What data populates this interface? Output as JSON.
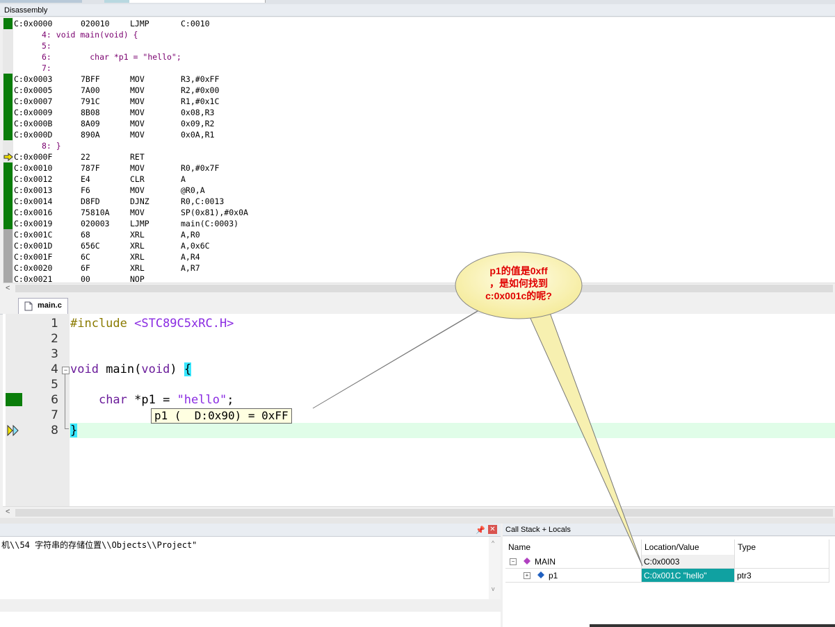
{
  "disassembly": {
    "title": "Disassembly",
    "lines": [
      {
        "marker": "green",
        "addr": "C:0x0000",
        "hex": "020010",
        "mn": "LJMP",
        "op": "C:0010"
      },
      {
        "marker": "gray",
        "src": "4: void main(void) {"
      },
      {
        "marker": "gray",
        "src": "5:"
      },
      {
        "marker": "gray",
        "src": "6:        char *p1 = \"hello\";"
      },
      {
        "marker": "gray",
        "src": "7:"
      },
      {
        "marker": "green",
        "addr": "C:0x0003",
        "hex": "7BFF",
        "mn": "MOV",
        "op": "R3,#0xFF"
      },
      {
        "marker": "green",
        "addr": "C:0x0005",
        "hex": "7A00",
        "mn": "MOV",
        "op": "R2,#0x00"
      },
      {
        "marker": "green",
        "addr": "C:0x0007",
        "hex": "791C",
        "mn": "MOV",
        "op": "R1,#0x1C"
      },
      {
        "marker": "green",
        "addr": "C:0x0009",
        "hex": "8B08",
        "mn": "MOV",
        "op": "0x08,R3"
      },
      {
        "marker": "green",
        "addr": "C:0x000B",
        "hex": "8A09",
        "mn": "MOV",
        "op": "0x09,R2"
      },
      {
        "marker": "green",
        "addr": "C:0x000D",
        "hex": "890A",
        "mn": "MOV",
        "op": "0x0A,R1"
      },
      {
        "marker": "gray",
        "src": "8: }"
      },
      {
        "marker": "current",
        "addr": "C:0x000F",
        "hex": "22",
        "mn": "RET",
        "op": ""
      },
      {
        "marker": "green",
        "addr": "C:0x0010",
        "hex": "787F",
        "mn": "MOV",
        "op": "R0,#0x7F"
      },
      {
        "marker": "green",
        "addr": "C:0x0012",
        "hex": "E4",
        "mn": "CLR",
        "op": "A"
      },
      {
        "marker": "green",
        "addr": "C:0x0013",
        "hex": "F6",
        "mn": "MOV",
        "op": "@R0,A"
      },
      {
        "marker": "green",
        "addr": "C:0x0014",
        "hex": "D8FD",
        "mn": "DJNZ",
        "op": "R0,C:0013"
      },
      {
        "marker": "green",
        "addr": "C:0x0016",
        "hex": "75810A",
        "mn": "MOV",
        "op": "SP(0x81),#0x0A"
      },
      {
        "marker": "green",
        "addr": "C:0x0019",
        "hex": "020003",
        "mn": "LJMP",
        "op": "main(C:0003)"
      },
      {
        "marker": "dgray",
        "addr": "C:0x001C",
        "hex": "68",
        "mn": "XRL",
        "op": "A,R0"
      },
      {
        "marker": "dgray",
        "addr": "C:0x001D",
        "hex": "656C",
        "mn": "XRL",
        "op": "A,0x6C"
      },
      {
        "marker": "dgray",
        "addr": "C:0x001F",
        "hex": "6C",
        "mn": "XRL",
        "op": "A,R4"
      },
      {
        "marker": "dgray",
        "addr": "C:0x0020",
        "hex": "6F",
        "mn": "XRL",
        "op": "A,R7"
      },
      {
        "marker": "dgray",
        "addr": "C:0x0021",
        "hex": "00",
        "mn": "NOP",
        "op": ""
      }
    ]
  },
  "editor": {
    "tab": "main.c",
    "lines": [
      {
        "n": "1",
        "parts": [
          {
            "t": "#include ",
            "c": "pp"
          },
          {
            "t": "<STC89C5xRC.H>",
            "c": "inc"
          }
        ]
      },
      {
        "n": "2",
        "parts": []
      },
      {
        "n": "3",
        "parts": []
      },
      {
        "n": "4",
        "parts": [
          {
            "t": "void",
            "c": "kw"
          },
          {
            "t": " main(",
            "c": ""
          },
          {
            "t": "void",
            "c": "kw"
          },
          {
            "t": ") ",
            "c": ""
          },
          {
            "t": "{",
            "c": "brace"
          }
        ]
      },
      {
        "n": "5",
        "parts": []
      },
      {
        "n": "6",
        "parts": [
          {
            "t": "    ",
            "c": ""
          },
          {
            "t": "char",
            "c": "kw"
          },
          {
            "t": " *p1 = ",
            "c": ""
          },
          {
            "t": "\"hello\"",
            "c": "str"
          },
          {
            "t": ";",
            "c": ""
          }
        ]
      },
      {
        "n": "7",
        "parts": []
      },
      {
        "n": "8",
        "parts": [
          {
            "t": "}",
            "c": "brace"
          }
        ]
      }
    ],
    "tooltip": "p1 (  D:0x90) = 0xFF"
  },
  "output": {
    "text": "机\\\\54 字符串的存储位置\\\\Objects\\\\Project\""
  },
  "callstack": {
    "title": "Call Stack + Locals",
    "columns": [
      "Name",
      "Location/Value",
      "Type"
    ],
    "rows": [
      {
        "name": "MAIN",
        "value": "C:0x0003",
        "type": ""
      },
      {
        "name": "p1",
        "value": "C:0x001C \"hello\"",
        "type": "ptr3"
      }
    ]
  },
  "callout": {
    "lines": [
      "p1的值是0xff",
      "，是如何找到",
      "c:0x001c的呢?"
    ]
  }
}
